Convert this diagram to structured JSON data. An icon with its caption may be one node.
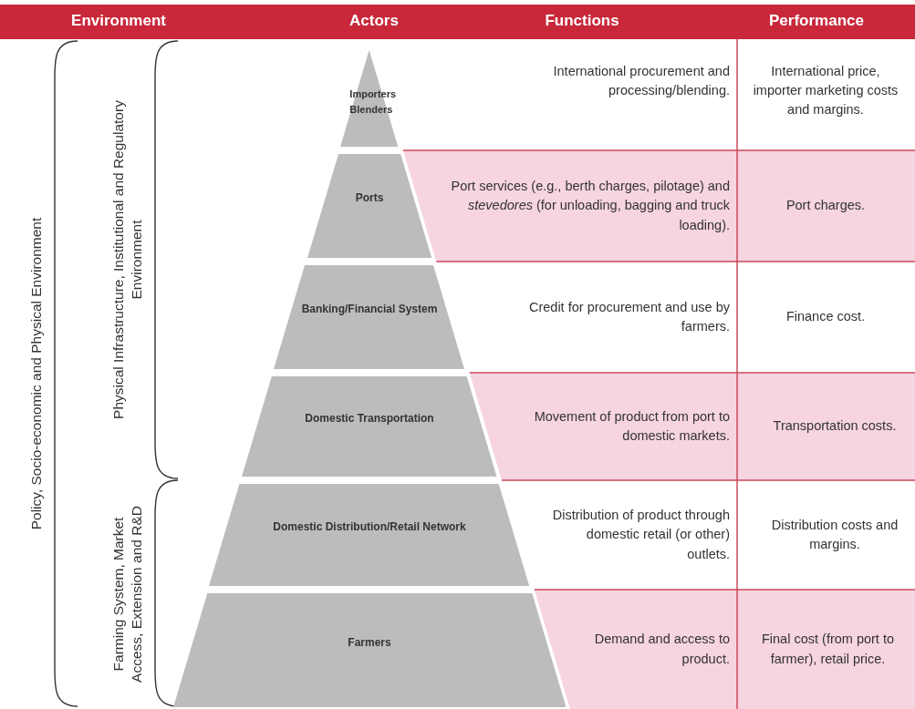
{
  "diagram": {
    "nodes": [
      {
        "text": [
          "Importers Blenders"
        ]
      },
      {
        "text": [
          "Ports"
        ]
      },
      {
        "text": [
          "Banking/Financial System"
        ]
      },
      {
        "text": [
          "Domestic Transportation"
        ]
      },
      {
        "text": [
          "Domestic Distribution/Retail Network"
        ]
      },
      {
        "text": [
          "Farmers"
        ]
      }
    ],
    "labels": [
      "Environment",
      "Actors",
      "Functions",
      "Performance",
      "Policy, Socio-economic and Physical Environment",
      "Physical Infrastructure, Institutional and Regulatory Environment",
      "Farming System, Market Access, Extension and R&D",
      "International procurement and processing/blending.",
      "International price, importer marketing costs and margins.",
      "Port services (e.g., berth charges, pilotage) and *stevedores* (for unloading, bagging and truck loading).",
      "Port charges.",
      "Credit for procurement and use by farmers.",
      "Finance cost.",
      "Movement of product from port to domestic markets.",
      "Transportation costs.",
      "Distribution of product through domestic retail (or other) outlets.",
      "Distribution costs and margins.",
      "Demand and access to product.",
      "Final cost (from port to farmer), retail price."
    ]
  }
}
